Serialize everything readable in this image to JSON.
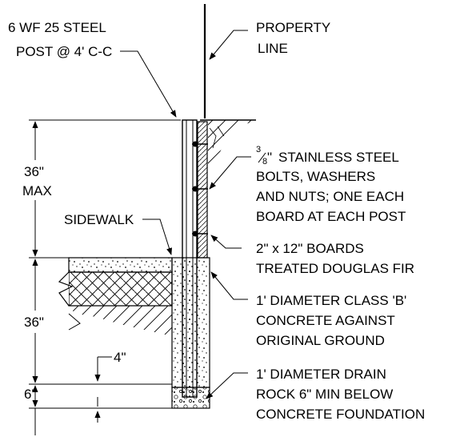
{
  "labels": {
    "post_line1": "6 WF 25 STEEL",
    "post_line2": "POST @ 4' C-C",
    "property_line1": "PROPERTY",
    "property_line2": "LINE",
    "bolts_line1": "STAINLESS STEEL",
    "bolts_fraction_num": "3",
    "bolts_fraction_den": "8",
    "bolts_inch": "\"",
    "bolts_line2": "BOLTS, WASHERS",
    "bolts_line3": "AND NUTS; ONE EACH",
    "bolts_line4": "BOARD AT EACH POST",
    "sidewalk": "SIDEWALK",
    "boards_line1": "2\" x 12\" BOARDS",
    "boards_line2": "TREATED DOUGLAS FIR",
    "concrete_line1": "1' DIAMETER CLASS 'B'",
    "concrete_line2": "CONCRETE AGAINST",
    "concrete_line3": "ORIGINAL GROUND",
    "drain_line1": "1' DIAMETER DRAIN",
    "drain_line2": "ROCK 6\" MIN BELOW",
    "drain_line3": "CONCRETE FOUNDATION"
  },
  "dimensions": {
    "upper_value": "36\"",
    "upper_qualifier": "MAX",
    "lower_value": "36\"",
    "offset_value": "4\"",
    "rock_value": "6\""
  },
  "colors": {
    "ink": "#000000",
    "paper": "#ffffff"
  }
}
